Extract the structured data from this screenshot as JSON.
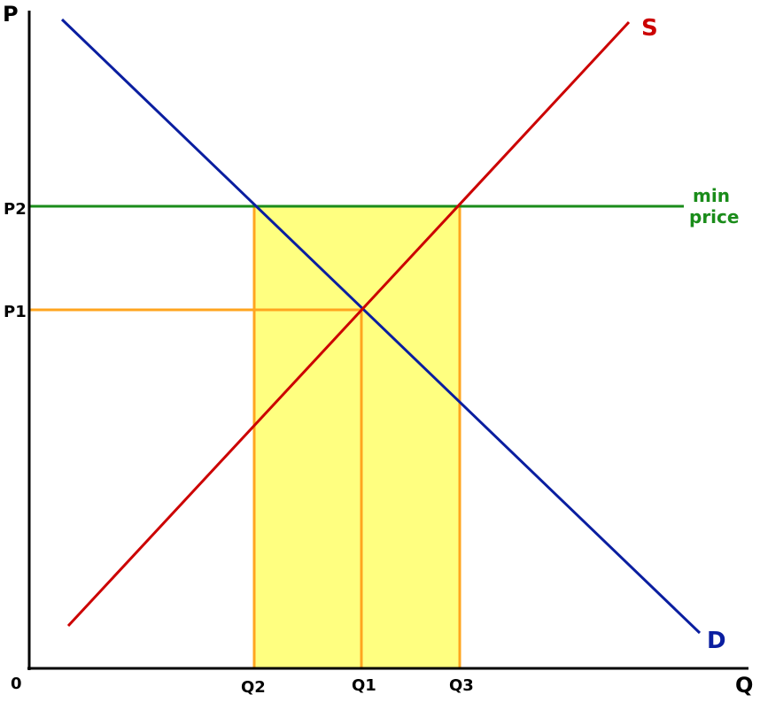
{
  "diagram": {
    "axes": {
      "y_label": "P",
      "x_label": "Q",
      "origin_label": "0"
    },
    "price_ticks": {
      "p2": "P2",
      "p1": "P1"
    },
    "quantity_ticks": {
      "q2": "Q2",
      "q1": "Q1",
      "q3": "Q3"
    },
    "curves": {
      "supply_label": "S",
      "demand_label": "D"
    },
    "annotation": {
      "line1": "min",
      "line2": "price"
    },
    "colors": {
      "supply": "#cc0000",
      "demand": "#0a1ea0",
      "min_price": "#1a8c1a",
      "guides": "#ffa51f",
      "shaded_area": "#ffff80",
      "axes": "#000000"
    }
  }
}
